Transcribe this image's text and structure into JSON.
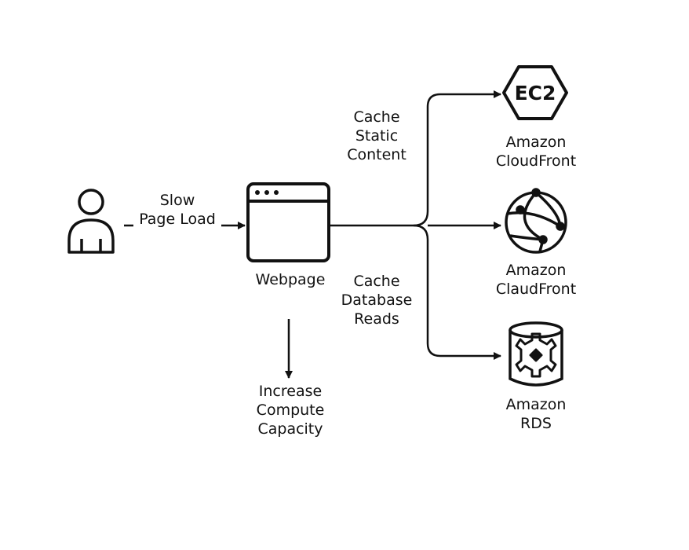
{
  "user_to_webpage_label": [
    "Slow",
    "Page Load"
  ],
  "webpage_label": "Webpage",
  "compute_label": [
    "Increase",
    "Compute",
    "Capacity"
  ],
  "cache_static_label": [
    "Cache",
    "Static",
    "Content"
  ],
  "cache_db_label": [
    "Cache",
    "Database",
    "Reads"
  ],
  "ec2_icon_text": "EC2",
  "ec2_label": [
    "Amazon",
    "CloudFront"
  ],
  "cloudfront_label": [
    "Amazon",
    "ClaudFront"
  ],
  "rds_label": [
    "Amazon",
    "RDS"
  ]
}
